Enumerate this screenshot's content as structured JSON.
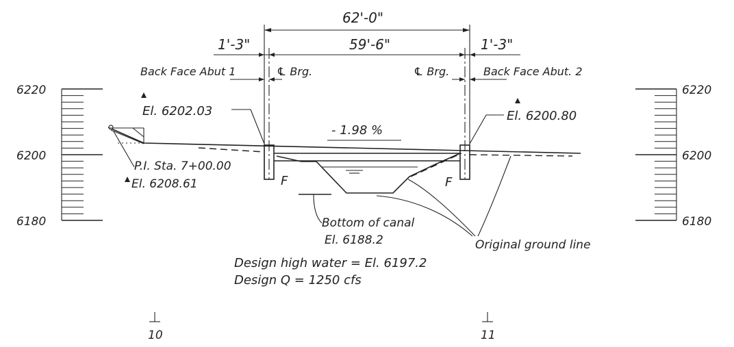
{
  "dimensions": {
    "overall": "62'-0\"",
    "span": "59'-6\"",
    "left_end": "1'-3\"",
    "right_end": "1'-3\""
  },
  "labels": {
    "back_face_abut_1": "Back Face Abut 1",
    "bearing_left": "℄ Brg.",
    "bearing_right": "℄ Brg.",
    "back_face_abut_2": "Back Face Abut. 2",
    "elev_left": "El. 6202.03",
    "elev_right": "El. 6200.80",
    "grade": "- 1.98 %",
    "pi_station": "P.I. Sta. 7+00.00",
    "pi_elev": "El. 6208.61",
    "footing_left": "F",
    "footing_right": "F",
    "canal_bottom_label": "Bottom of canal",
    "canal_bottom_elev": "El. 6188.2",
    "original_ground": "Original ground line",
    "design_high_water": "Design high water = El. 6197.2",
    "design_q": "Design Q = 1250 cfs"
  },
  "scale_left": {
    "ticks": [
      "6220",
      "6200",
      "6180"
    ]
  },
  "scale_right": {
    "ticks": [
      "6220",
      "6200",
      "6180"
    ]
  },
  "stations": {
    "left": "10",
    "right": "11"
  }
}
